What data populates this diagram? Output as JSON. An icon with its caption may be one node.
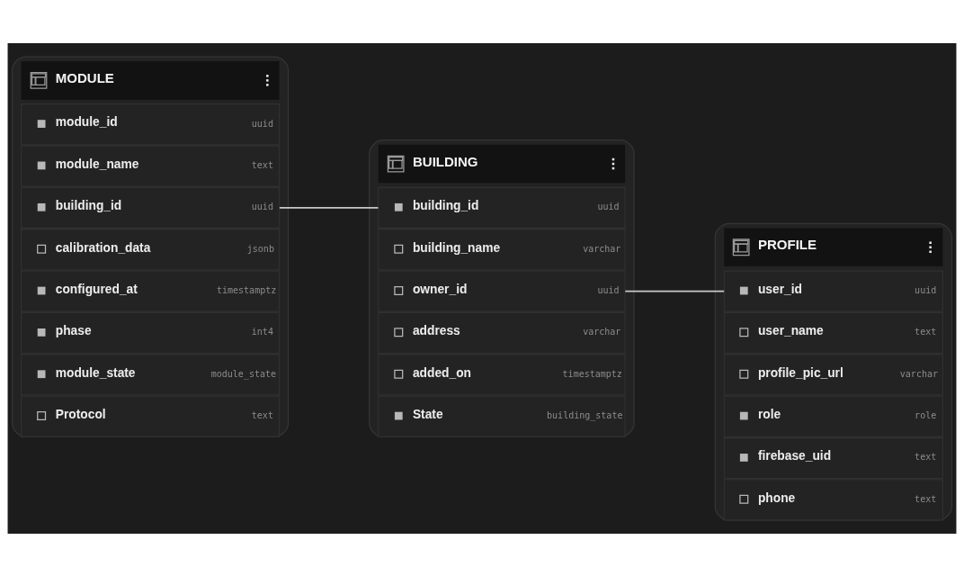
{
  "diagram": {
    "nodes": [
      {
        "text": [
          "MODULE"
        ]
      },
      {
        "text": [
          "module_id",
          "uuid"
        ],
        "in": 0
      },
      {
        "text": [
          "module_name",
          "text"
        ],
        "in": 0
      },
      {
        "text": [
          "building_id",
          "uuid"
        ],
        "in": 0
      },
      {
        "text": [
          "calibration_data",
          "jsonb"
        ],
        "in": 0
      },
      {
        "text": [
          "configured_at",
          "timestamptz"
        ],
        "in": 0
      },
      {
        "text": [
          "phase",
          "int4"
        ],
        "in": 0
      },
      {
        "text": [
          "module_state",
          "module_state"
        ],
        "in": 0
      },
      {
        "text": [
          "Protocol",
          "text"
        ],
        "in": 0
      },
      {
        "text": [
          "BUILDING"
        ]
      },
      {
        "text": [
          "building_id",
          "uuid"
        ],
        "in": 9
      },
      {
        "text": [
          "building_name",
          "varchar"
        ],
        "in": 9
      },
      {
        "text": [
          "owner_id",
          "uuid"
        ],
        "in": 9
      },
      {
        "text": [
          "address",
          "varchar"
        ],
        "in": 9
      },
      {
        "text": [
          "added_on",
          "timestamptz"
        ],
        "in": 9
      },
      {
        "text": [
          "State",
          "building_state"
        ],
        "in": 9
      },
      {
        "text": [
          "PROFILE"
        ]
      },
      {
        "text": [
          "user_id",
          "uuid"
        ],
        "in": 16
      },
      {
        "text": [
          "user_name",
          "text"
        ],
        "in": 16
      },
      {
        "text": [
          "profile_pic_url",
          "varchar"
        ],
        "in": 16
      },
      {
        "text": [
          "role",
          "role"
        ],
        "in": 16
      },
      {
        "text": [
          "firebase_uid",
          "text"
        ],
        "in": 16
      },
      {
        "text": [
          "phone",
          "text"
        ],
        "in": 16
      }
    ],
    "edges": [
      {
        "from": 3,
        "to": 10,
        "arrow": "none"
      },
      {
        "from": 12,
        "to": 17,
        "arrow": "none"
      }
    ]
  }
}
